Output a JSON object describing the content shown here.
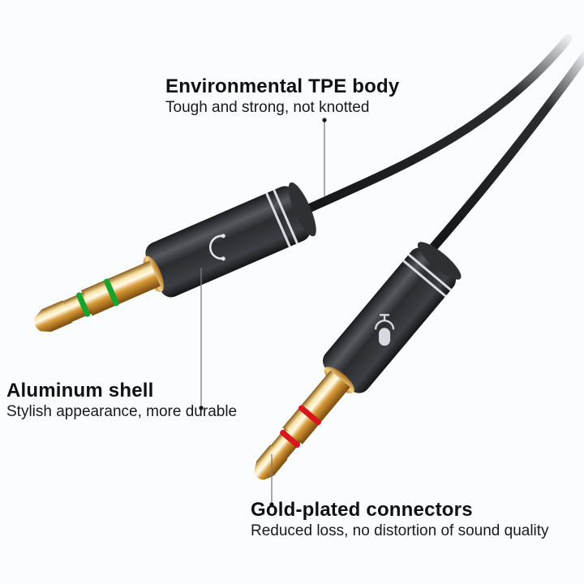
{
  "callouts": {
    "tpe_body": {
      "title": "Environmental TPE body",
      "subtitle": "Tough and strong, not knotted"
    },
    "aluminum_shell": {
      "title": "Aluminum shell",
      "subtitle": "Stylish appearance, more durable"
    },
    "gold_connectors": {
      "title": "Gold-plated connectors",
      "subtitle": "Reduced loss, no distortion of sound quality"
    }
  },
  "product": {
    "plugs": [
      {
        "id": "headphone",
        "icon": "headphone-icon",
        "ring_color": "#1aa32a"
      },
      {
        "id": "microphone",
        "icon": "microphone-icon",
        "ring_color": "#d9161b"
      }
    ],
    "colors": {
      "shell": "#2a2c2f",
      "gold": "#d9a441",
      "cable": "#1b1c1e",
      "background": "#fbfcfd"
    }
  }
}
